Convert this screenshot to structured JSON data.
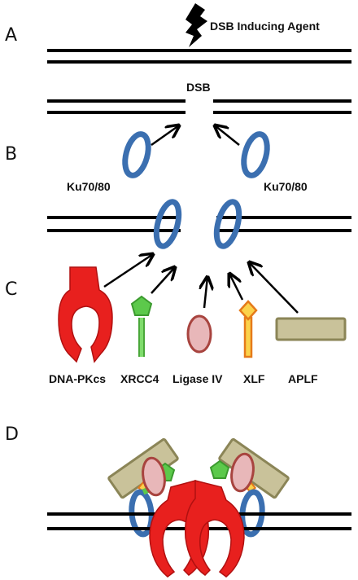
{
  "panels": {
    "a": "A",
    "b": "B",
    "c": "C",
    "d": "D"
  },
  "labels": {
    "agent": "DSB Inducing Agent",
    "dsb": "DSB",
    "ku_left": "Ku70/80",
    "ku_right": "Ku70/80"
  },
  "proteins": {
    "dnapkcs": "DNA-PKcs",
    "xrcc4": "XRCC4",
    "ligase": "Ligase IV",
    "xlf": "XLF",
    "aplf": "APLF"
  },
  "colors": {
    "dna": "#000000",
    "ku": "#3b6fb0",
    "dnapkcs": "#e8201e",
    "xrcc4": "#5cc94b",
    "ligase": "#e8b7b9",
    "xlf": "#f5a623",
    "aplf": "#c9c29a"
  }
}
